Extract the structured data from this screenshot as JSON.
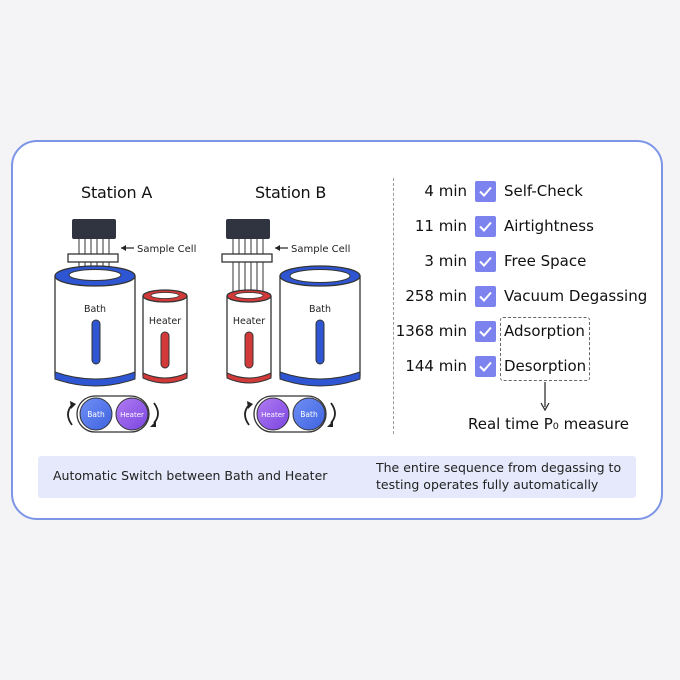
{
  "stations": [
    {
      "title": "Station A",
      "sample_cell_label": "Sample Cell",
      "bath_label": "Bath",
      "heater_label": "Heater",
      "rotor_left": "Bath",
      "rotor_right": "Heater"
    },
    {
      "title": "Station B",
      "sample_cell_label": "Sample Cell",
      "heater_label": "Heater",
      "bath_label": "Bath",
      "rotor_left": "Heater",
      "rotor_right": "Bath"
    }
  ],
  "steps": [
    {
      "time": "4 min",
      "label": "Self-Check"
    },
    {
      "time": "11 min",
      "label": "Airtightness"
    },
    {
      "time": "3 min",
      "label": "Free Space"
    },
    {
      "time": "258 min",
      "label": "Vacuum Degassing"
    },
    {
      "time": "1368 min",
      "label": "Adsorption"
    },
    {
      "time": "144 min",
      "label": "Desorption"
    }
  ],
  "realtime_label": "Real time P₀ measure",
  "banner": {
    "left_text": "Automatic Switch between Bath and Heater",
    "right_text": "The entire sequence from degassing to testing operates fully automatically"
  },
  "colors": {
    "card_border": "#7d95e6",
    "check": "#7c83ee",
    "bath_blue": "#2f56d2",
    "heater_red": "#d23a3a",
    "banner_bg": "#e6e9fb"
  }
}
